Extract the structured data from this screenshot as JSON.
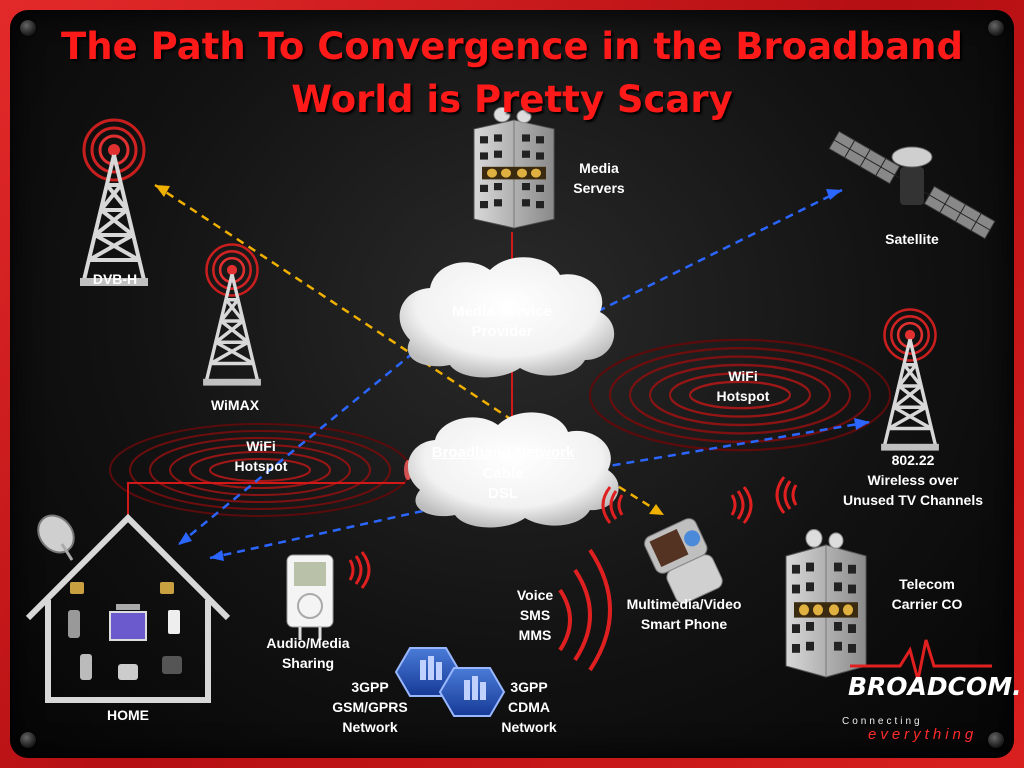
{
  "title": "The Path To Convergence in the Broadband World is Pretty Scary",
  "nodes": {
    "media_servers": "Media\nServers",
    "satellite": "Satellite",
    "dvbh": "DVB-H",
    "wimax": "WiMAX",
    "msp": "Media Service\nProvider",
    "wifi_right": "WiFi\nHotspot",
    "wifi_left": "WiFi\nHotspot",
    "bn_title": "Broadband Network",
    "bn_sub": "Cable\nDSL",
    "w8022": "802.22\nWireless over\nUnused TV Channels",
    "telecom": "Telecom\nCarrier CO",
    "phone": "Multimedia/Video\nSmart Phone",
    "voice": "Voice\nSMS\nMMS",
    "audio": "Audio/Media\nSharing",
    "gsm": "3GPP\nGSM/GPRS\nNetwork",
    "cdma": "3GPP\nCDMA\nNetwork",
    "home": "HOME"
  },
  "brand": {
    "name": "BROADCOM.",
    "tag1": "Connecting",
    "tag2": "everything"
  },
  "colors": {
    "title": "#ff1a1a",
    "link_yellow": "#f0b000",
    "link_blue": "#2a66ff",
    "wire": "#d11919"
  }
}
